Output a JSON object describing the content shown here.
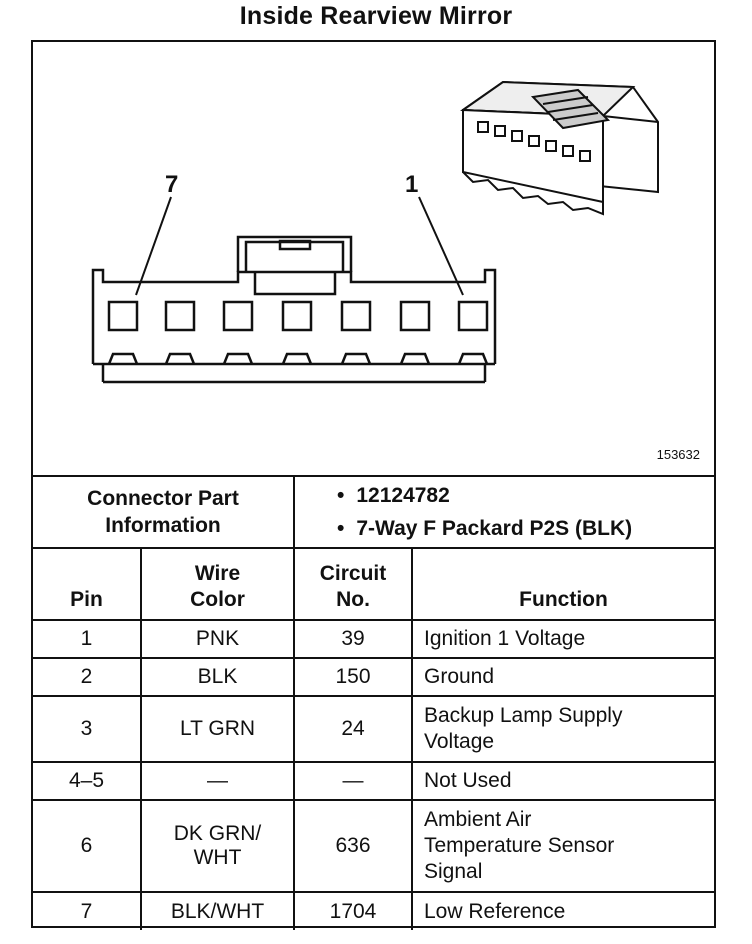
{
  "title": "Inside Rearview Mirror",
  "figure_number": "153632",
  "pin_callouts": {
    "left": "7",
    "right": "1"
  },
  "connector_info": {
    "label_line1": "Connector Part",
    "label_line2": "Information",
    "items": [
      "12124782",
      "7-Way F Packard P2S (BLK)"
    ]
  },
  "table": {
    "headers": {
      "pin": "Pin",
      "wire_color": [
        "Wire",
        "Color"
      ],
      "circuit": [
        "Circuit",
        "No."
      ],
      "function": "Function"
    },
    "rows": [
      {
        "pin": "1",
        "wire": [
          "PNK"
        ],
        "circuit": "39",
        "function": [
          "Ignition 1 Voltage"
        ]
      },
      {
        "pin": "2",
        "wire": [
          "BLK"
        ],
        "circuit": "150",
        "function": [
          "Ground"
        ]
      },
      {
        "pin": "3",
        "wire": [
          "LT GRN"
        ],
        "circuit": "24",
        "function": [
          "Backup Lamp Supply",
          "Voltage"
        ]
      },
      {
        "pin": "4–5",
        "wire": [
          "—"
        ],
        "circuit": "—",
        "function": [
          "Not Used"
        ]
      },
      {
        "pin": "6",
        "wire": [
          "DK GRN/",
          "WHT"
        ],
        "circuit": "636",
        "function": [
          "Ambient Air",
          "Temperature Sensor",
          "Signal"
        ]
      },
      {
        "pin": "7",
        "wire": [
          "BLK/WHT"
        ],
        "circuit": "1704",
        "function": [
          "Low Reference"
        ]
      }
    ]
  }
}
